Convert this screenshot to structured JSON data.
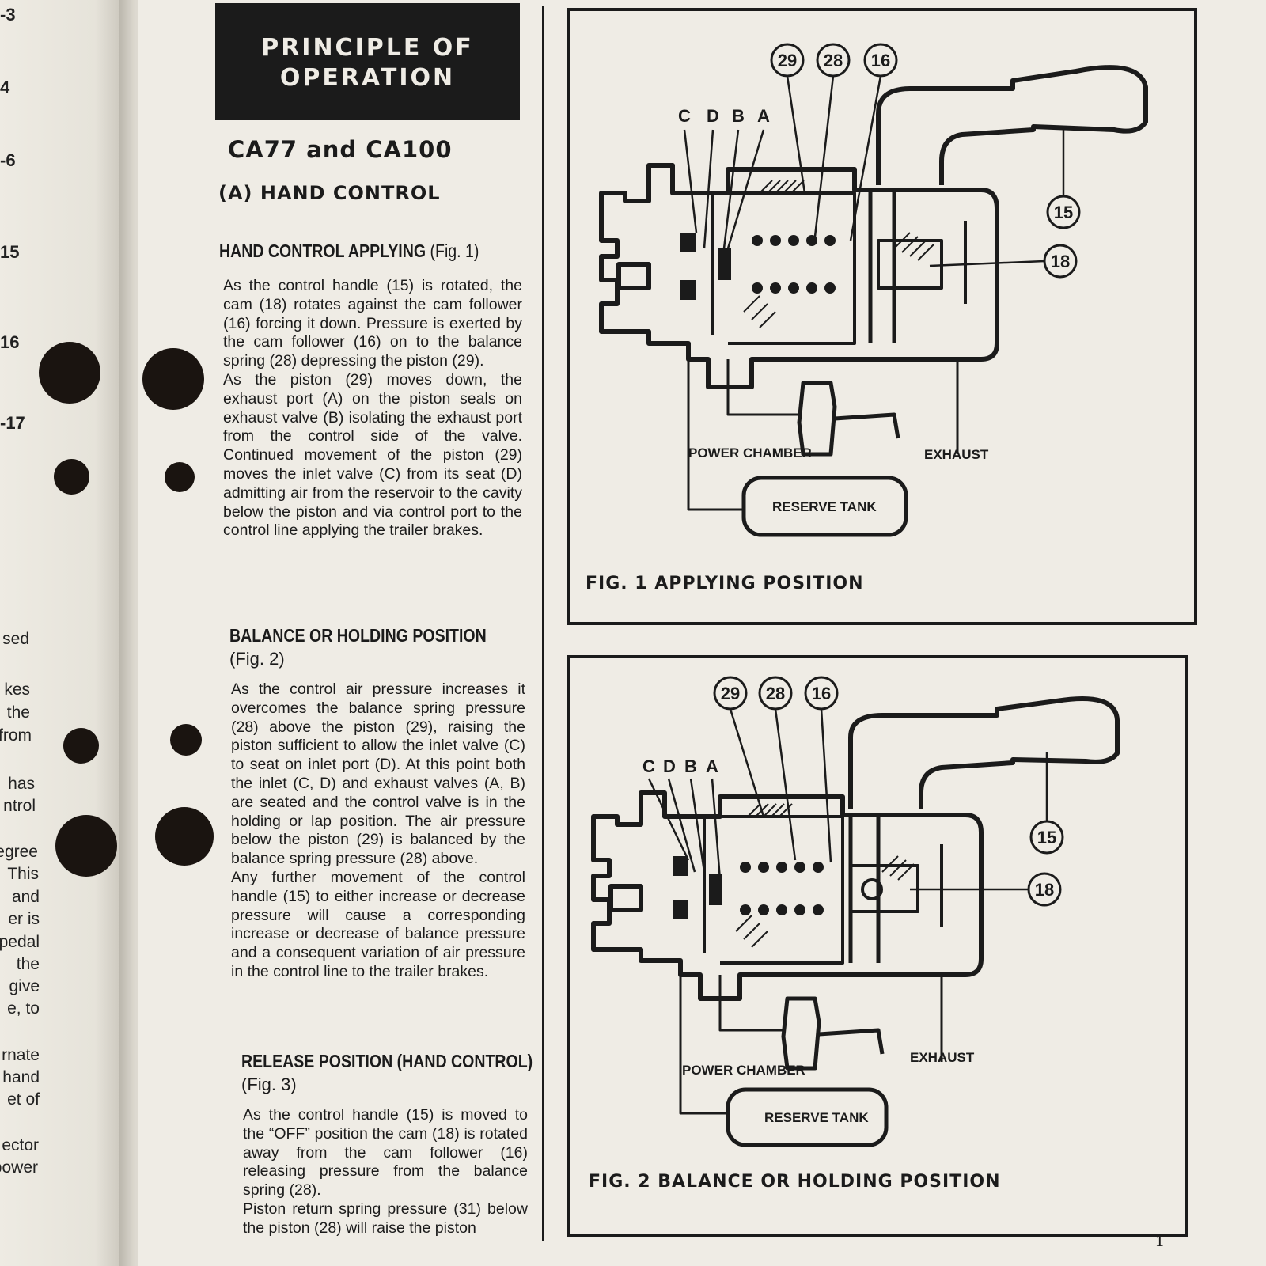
{
  "left_page": {
    "numbers": [
      "-3",
      "4",
      "-6",
      "15",
      "16",
      "-17"
    ],
    "fragments": [
      "sed",
      "kes",
      "the",
      "from",
      "has",
      "ntrol",
      "egree",
      "This",
      "and",
      "er is",
      "pedal",
      "the",
      "give",
      "e, to",
      "rnate",
      "hand",
      "et of",
      "ector",
      "power"
    ]
  },
  "header": {
    "line1": "PRINCIPLE OF",
    "line2": "OPERATION"
  },
  "model_title": "CA77 and CA100",
  "section_title": "(A) HAND CONTROL",
  "sections": [
    {
      "heading": "HAND CONTROL APPLYING",
      "ref": "(Fig. 1)",
      "paragraphs": [
        "As the control handle (15) is rotated, the cam (18) rotates against the cam follower (16) forcing it down. Pressure is exerted by the cam follower (16) on to the balance spring (28) depressing the piston (29).",
        "As the piston (29) moves down, the exhaust port (A) on the piston seals on exhaust valve (B) isolating the exhaust port from the control side of the valve. Continued movement of the piston (29) moves the inlet valve (C) from its seat (D) admitting air from the reservoir to the cavity below the piston and via control port to the control line applying the trailer brakes."
      ]
    },
    {
      "heading": "BALANCE OR HOLDING POSITION",
      "ref": "(Fig. 2)",
      "paragraphs": [
        "As the control air pressure increases it overcomes the balance spring pressure (28) above the piston (29), raising the piston sufficient to allow the inlet valve (C) to seat on inlet port (D). At this point both the inlet (C, D) and exhaust valves (A, B) are seated and the control valve is in the holding or lap position. The air pressure below the piston (29) is balanced by the balance spring pressure (28) above.",
        "Any further movement of the control handle (15) to either increase or decrease pressure will cause a corresponding increase or decrease of balance pressure and a consequent variation of air pressure in the control line to the trailer brakes."
      ]
    },
    {
      "heading": "RELEASE POSITION (HAND CONTROL)",
      "ref": "(Fig. 3)",
      "paragraphs": [
        "As the control handle (15) is moved to the “OFF” position the cam (18) is rotated away from the cam follower (16) releasing pressure from the balance spring (28).",
        "Piston return spring pressure (31) below the piston (28) will raise the piston"
      ]
    }
  ],
  "figures": [
    {
      "caption": "FIG. 1 APPLYING POSITION",
      "callouts": [
        "29",
        "28",
        "16",
        "15",
        "18"
      ],
      "letters": [
        "C",
        "D",
        "B",
        "A"
      ],
      "labels": {
        "power_chamber": "POWER CHAMBER",
        "exhaust": "EXHAUST",
        "reserve_tank": "RESERVE TANK"
      }
    },
    {
      "caption": "FIG. 2 BALANCE OR HOLDING POSITION",
      "callouts": [
        "29",
        "28",
        "16",
        "15",
        "18"
      ],
      "letters": [
        "C",
        "D",
        "B",
        "A"
      ],
      "labels": {
        "power_chamber": "POWER CHAMBER",
        "exhaust": "EXHAUST",
        "reserve_tank": "RESERVE TANK"
      }
    }
  ],
  "page_number": "1"
}
